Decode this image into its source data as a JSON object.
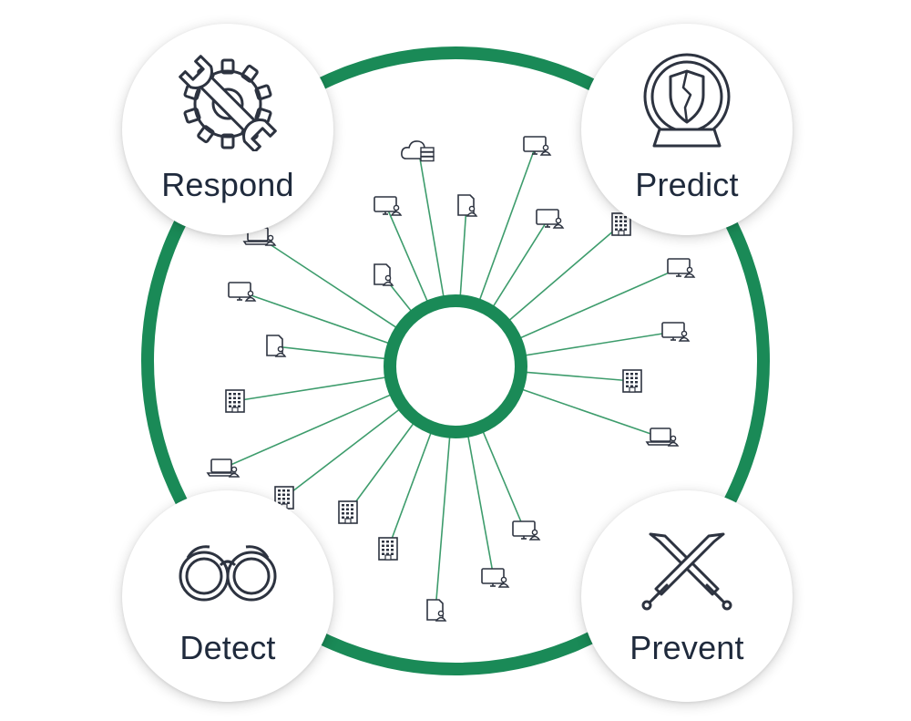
{
  "colors": {
    "ring": "#1a8a57",
    "spoke": "#3d9c6c",
    "icon": "#2d3340",
    "label": "#1f2a3c"
  },
  "quadrants": {
    "respond": {
      "label": "Respond",
      "icon": "gear-wrench-icon"
    },
    "predict": {
      "label": "Predict",
      "icon": "crystal-ball-shield-icon"
    },
    "detect": {
      "label": "Detect",
      "icon": "binoculars-icon"
    },
    "prevent": {
      "label": "Prevent",
      "icon": "crossed-swords-icon"
    }
  },
  "endpoints": [
    {
      "type": "cloud-server"
    },
    {
      "type": "monitor-user"
    },
    {
      "type": "monitor-user"
    },
    {
      "type": "document-user"
    },
    {
      "type": "monitor-user"
    },
    {
      "type": "building"
    },
    {
      "type": "laptop-user"
    },
    {
      "type": "monitor-user"
    },
    {
      "type": "document-user"
    },
    {
      "type": "monitor-user"
    },
    {
      "type": "monitor-user"
    },
    {
      "type": "document-user"
    },
    {
      "type": "building"
    },
    {
      "type": "building"
    },
    {
      "type": "laptop-user"
    },
    {
      "type": "building"
    },
    {
      "type": "laptop-user"
    },
    {
      "type": "building"
    },
    {
      "type": "monitor-user"
    },
    {
      "type": "building"
    },
    {
      "type": "monitor-user"
    },
    {
      "type": "document-user"
    }
  ]
}
